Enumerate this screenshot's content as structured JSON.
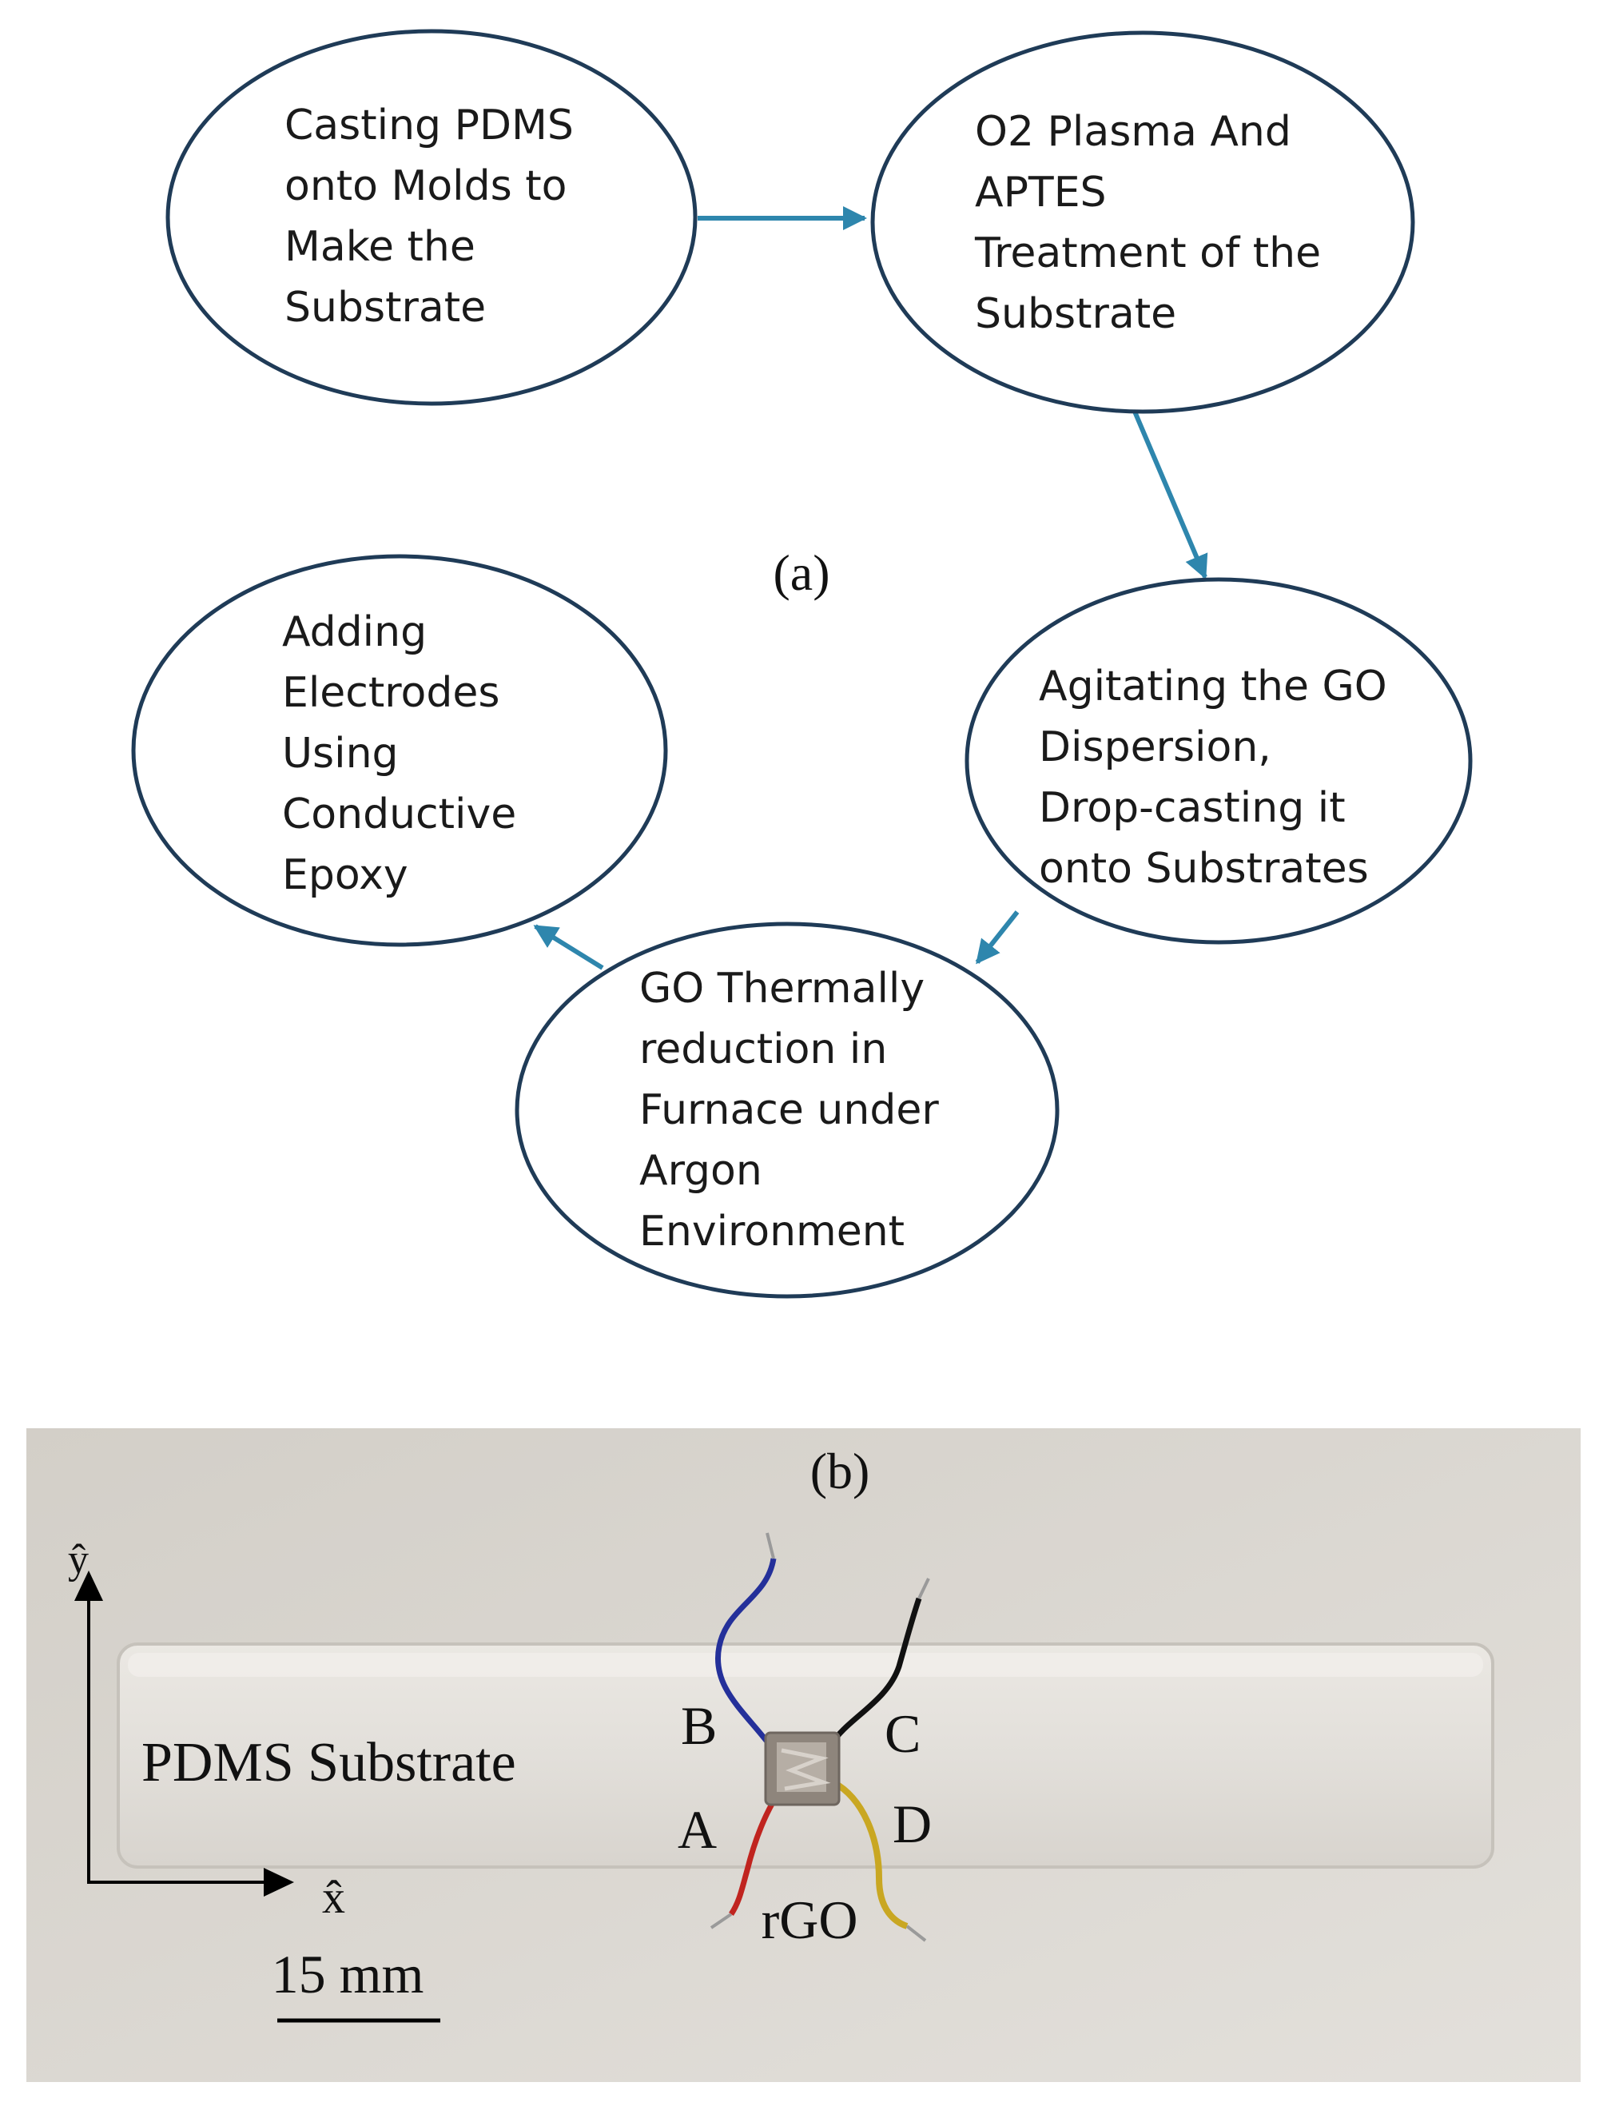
{
  "panel_a": {
    "label": "(a)",
    "nodes": [
      {
        "id": "n1",
        "lines": [
          "Casting PDMS",
          "onto Molds to",
          "Make the",
          "Substrate"
        ]
      },
      {
        "id": "n2",
        "lines": [
          "O2 Plasma And",
          "APTES",
          "Treatment of the",
          "Substrate"
        ]
      },
      {
        "id": "n3",
        "lines": [
          "Agitating the GO",
          "Dispersion,",
          "Drop-casting it",
          "onto Substrates"
        ]
      },
      {
        "id": "n4",
        "lines": [
          "GO Thermally",
          "reduction in",
          "Furnace under",
          "Argon",
          "Environment"
        ]
      },
      {
        "id": "n5",
        "lines": [
          "Adding",
          "Electrodes",
          "Using",
          "Conductive",
          "Epoxy"
        ]
      }
    ],
    "arrows": [
      {
        "from": "n1",
        "to": "n2"
      },
      {
        "from": "n2",
        "to": "n3"
      },
      {
        "from": "n3",
        "to": "n4"
      },
      {
        "from": "n4",
        "to": "n5"
      }
    ],
    "colors": {
      "ellipse_stroke": "#1f3b57",
      "arrow": "#2e86ad",
      "text": "#1a1a1a"
    }
  },
  "panel_b": {
    "label": "(b)",
    "substrate_label": "PDMS Substrate",
    "axis_y": "ŷ",
    "axis_x": "x̂",
    "scale_bar": "15 mm",
    "sensor_label": "rGO",
    "electrodes": [
      {
        "label": "A",
        "wire_color": "#c0241f"
      },
      {
        "label": "B",
        "wire_color": "#24309a"
      },
      {
        "label": "C",
        "wire_color": "#111111"
      },
      {
        "label": "D",
        "wire_color": "#c9a722"
      }
    ],
    "colors": {
      "background": "#ddd9d3",
      "substrate": "#e6e3de"
    }
  }
}
